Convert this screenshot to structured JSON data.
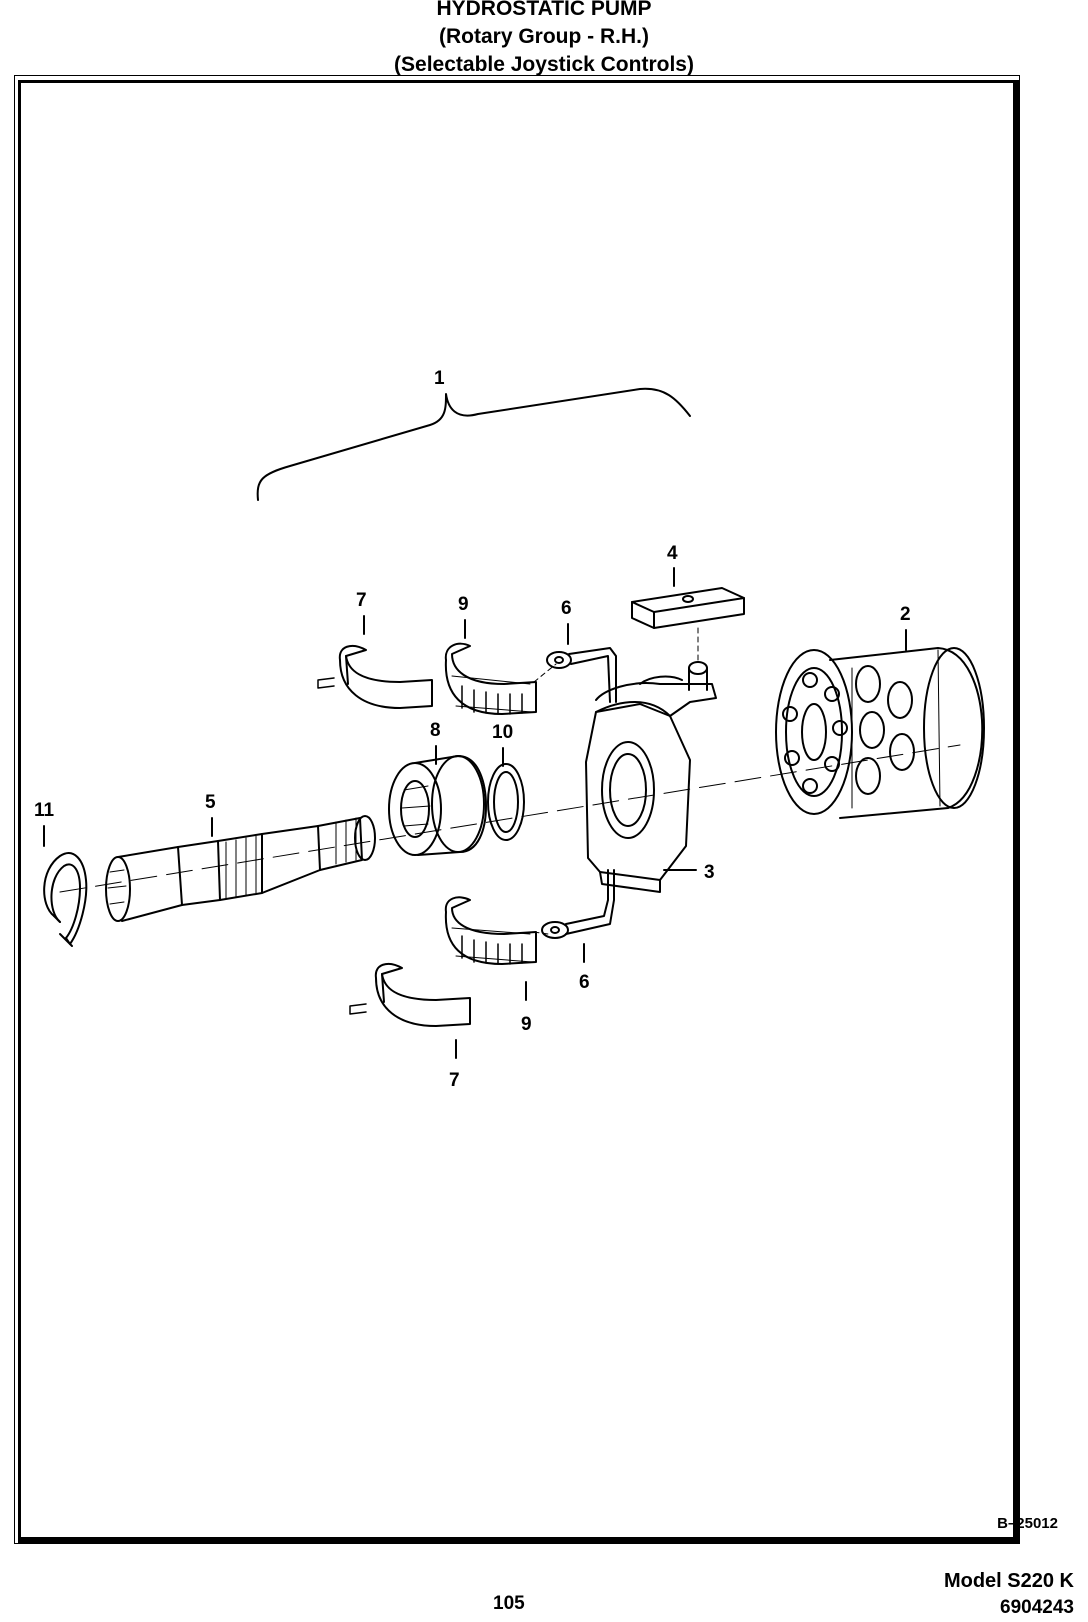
{
  "header": {
    "title": "HYDROSTATIC PUMP",
    "subtitle": "(Rotary Group - R.H.)",
    "subtitle2": "(Selectable Joystick Controls)"
  },
  "diagram": {
    "figure_id": "B–25012",
    "callouts": {
      "c1": "1",
      "c2": "2",
      "c3": "3",
      "c4": "4",
      "c5": "5",
      "c6_top": "6",
      "c6_bottom": "6",
      "c7_top": "7",
      "c7_bottom": "7",
      "c8": "8",
      "c9_top": "9",
      "c9_bottom": "9",
      "c10": "10",
      "c11": "11"
    }
  },
  "footer": {
    "page_number": "105",
    "model": "Model S220 K",
    "part_number": "6904243"
  }
}
